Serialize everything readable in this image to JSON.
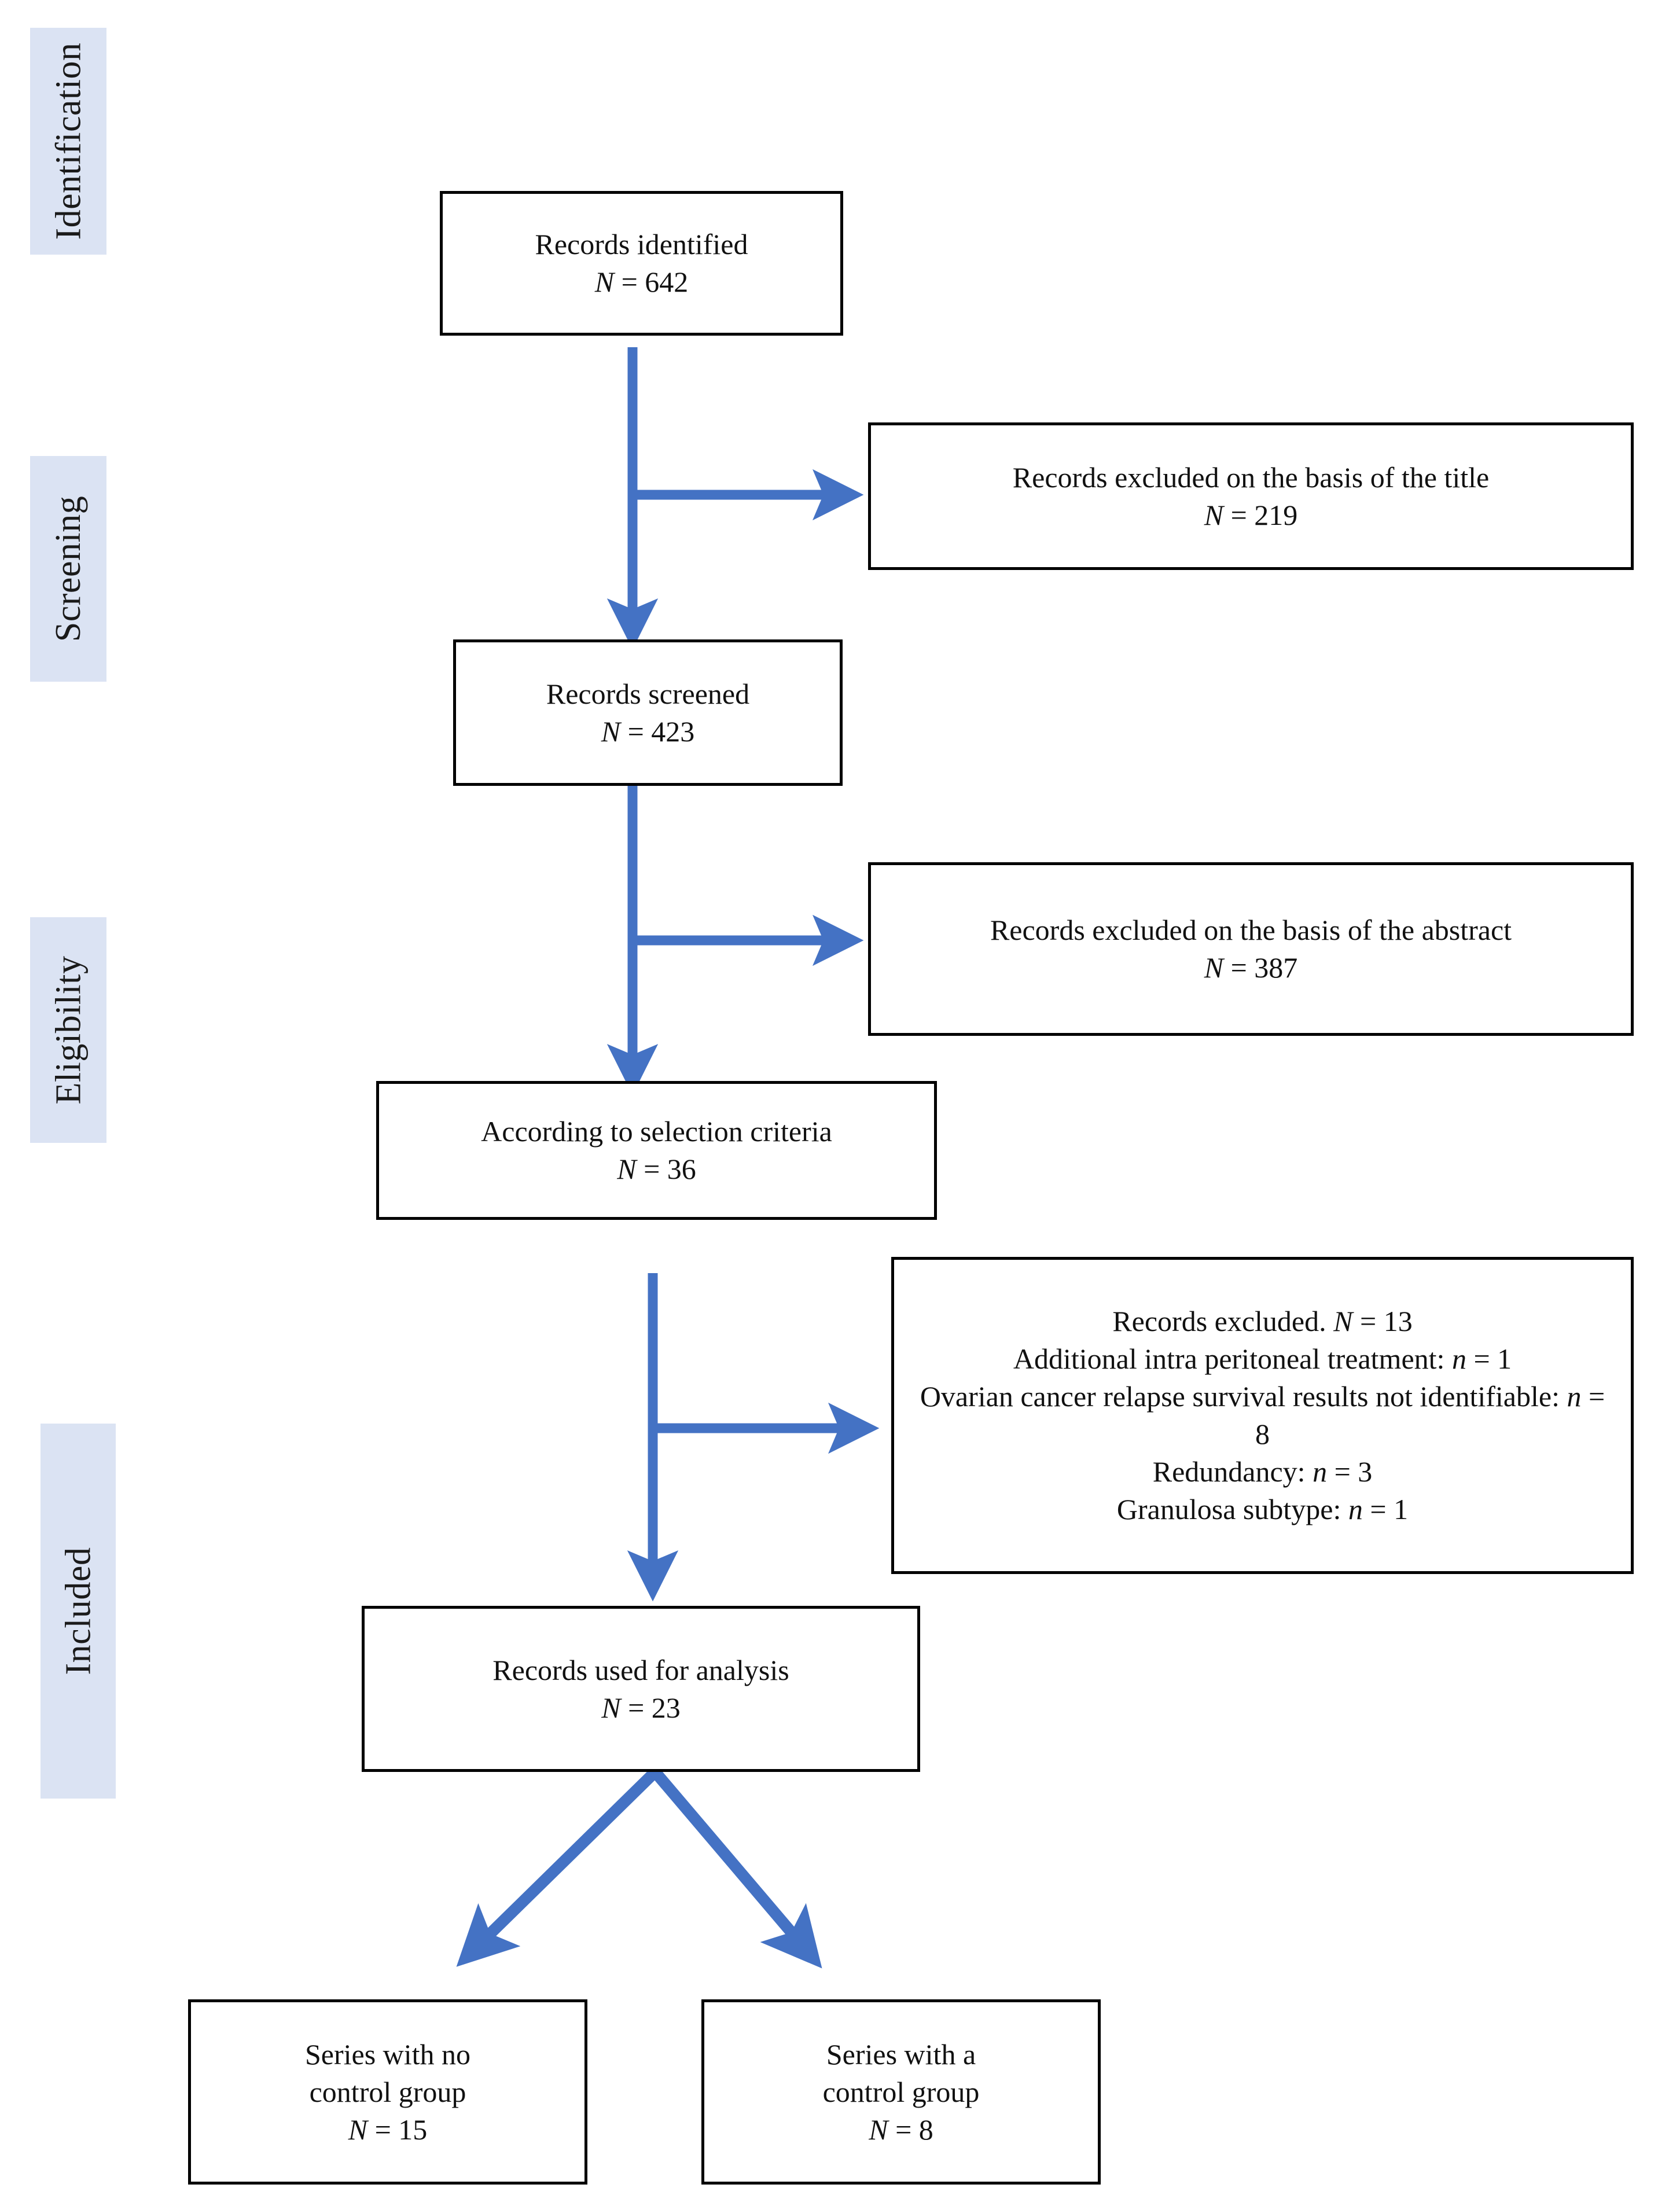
{
  "diagram": {
    "title": "PRISMA study selection flow diagram",
    "accent_color": "#4472C4",
    "stage_label_bg": "#dbe3f3",
    "box_border_color": "#000000",
    "text_color": "#111111"
  },
  "stages": [
    {
      "id": "identification",
      "label": "Identification"
    },
    {
      "id": "screening",
      "label": "Screening"
    },
    {
      "id": "eligibility",
      "label": "Eligibility"
    },
    {
      "id": "included",
      "label": "Included"
    }
  ],
  "boxes": {
    "records_identified": {
      "line1": "Records identified",
      "symbol": "N",
      "eq": " = ",
      "count": "642"
    },
    "excluded_title": {
      "line1": "Records excluded on the basis of the title",
      "symbol": "N",
      "eq": " = ",
      "count": "219"
    },
    "records_screened": {
      "line1": "Records screened",
      "symbol": "N",
      "eq": " = ",
      "count": "423"
    },
    "excluded_abstract": {
      "line1": "Records excluded on the basis of the abstract",
      "symbol": "N",
      "eq": " = ",
      "count": "387"
    },
    "selection_criteria": {
      "line1": "According to selection criteria",
      "symbol": "N",
      "eq": " = ",
      "count": "36"
    },
    "excluded_reasons": {
      "heading_text": "Records excluded. ",
      "heading_symbol": "N",
      "heading_eq": " = ",
      "heading_count": "13",
      "reasons": [
        {
          "label": "Additional intra peritoneal treatment: ",
          "symbol": "n",
          "eq": " = ",
          "count": "1"
        },
        {
          "label": "Ovarian cancer relapse survival results not identifiable: ",
          "symbol": "n",
          "eq": " = ",
          "count": "8"
        },
        {
          "label": "Redundancy: ",
          "symbol": "n",
          "eq": " = ",
          "count": "3"
        },
        {
          "label": "Granulosa subtype: ",
          "symbol": "n",
          "eq": " = ",
          "count": "1"
        }
      ]
    },
    "records_analysis": {
      "line1": "Records used for analysis",
      "symbol": "N",
      "eq": " = ",
      "count": "23"
    },
    "series_no_control": {
      "line1": "Series with no",
      "line2": "control group",
      "symbol": "N",
      "eq": " = ",
      "count": "15"
    },
    "series_with_control": {
      "line1": "Series with a",
      "line2": "control group",
      "symbol": "N",
      "eq": " = ",
      "count": "8"
    }
  },
  "chart_data": {
    "type": "diagram",
    "title": "PRISMA flow of records through the review",
    "nodes": [
      {
        "id": "records_identified",
        "stage": "Identification",
        "label": "Records identified",
        "N": 642
      },
      {
        "id": "excluded_title",
        "stage": "Screening",
        "label": "Records excluded on the basis of the title",
        "N": 219
      },
      {
        "id": "records_screened",
        "stage": "Screening",
        "label": "Records screened",
        "N": 423
      },
      {
        "id": "excluded_abstract",
        "stage": "Eligibility",
        "label": "Records excluded on the basis of the abstract",
        "N": 387
      },
      {
        "id": "selection_criteria",
        "stage": "Eligibility",
        "label": "According to selection criteria",
        "N": 36
      },
      {
        "id": "excluded_reasons",
        "stage": "Included",
        "label": "Records excluded",
        "N": 13,
        "breakdown": [
          {
            "reason": "Additional intra peritoneal treatment",
            "n": 1
          },
          {
            "reason": "Ovarian cancer relapse survival results not identifiable",
            "n": 8
          },
          {
            "reason": "Redundancy",
            "n": 3
          },
          {
            "reason": "Granulosa subtype",
            "n": 1
          }
        ]
      },
      {
        "id": "records_analysis",
        "stage": "Included",
        "label": "Records used for analysis",
        "N": 23
      },
      {
        "id": "series_no_control",
        "stage": "Included",
        "label": "Series with no control group",
        "N": 15
      },
      {
        "id": "series_with_control",
        "stage": "Included",
        "label": "Series with a control group",
        "N": 8
      }
    ],
    "edges": [
      {
        "from": "records_identified",
        "to": "records_screened"
      },
      {
        "from": "records_identified",
        "to": "excluded_title"
      },
      {
        "from": "records_screened",
        "to": "selection_criteria"
      },
      {
        "from": "records_screened",
        "to": "excluded_abstract"
      },
      {
        "from": "selection_criteria",
        "to": "records_analysis"
      },
      {
        "from": "selection_criteria",
        "to": "excluded_reasons"
      },
      {
        "from": "records_analysis",
        "to": "series_no_control"
      },
      {
        "from": "records_analysis",
        "to": "series_with_control"
      }
    ]
  }
}
